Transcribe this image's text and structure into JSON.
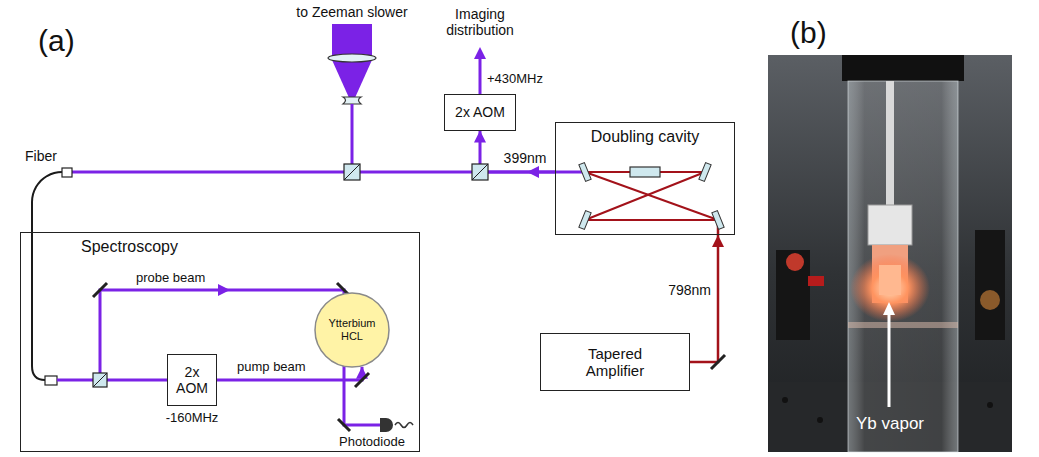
{
  "diagram": {
    "nodes": [
      {
        "text": [
          "2x AOM"
        ]
      },
      {
        "text": [
          "Doubling cavity"
        ]
      },
      {
        "text": [
          "Spectroscopy"
        ]
      },
      {
        "text": [
          "2x AOM"
        ],
        "in": 2
      },
      {
        "text": [
          "Ytterbium HCL"
        ],
        "in": 2
      },
      {
        "text": [
          "Tapered Amplifier"
        ]
      }
    ],
    "edges": [
      {
        "from": 1,
        "to": 0,
        "arrow": "to"
      },
      {
        "from": 1,
        "to": 2,
        "arrow": "none",
        "label": "Fiber"
      },
      {
        "from": 3,
        "to": 4,
        "arrow": "to",
        "label": "pump beam"
      },
      {
        "from": 5,
        "to": 1,
        "arrow": "to",
        "label": "798nm"
      }
    ],
    "labels": [
      "(a)",
      "to Zeeman slower",
      "Imaging distribution",
      "+430MHz",
      "399nm",
      "probe beam",
      "-160MHz",
      "Photodiode",
      "(b)",
      "Yb vapor"
    ]
  }
}
